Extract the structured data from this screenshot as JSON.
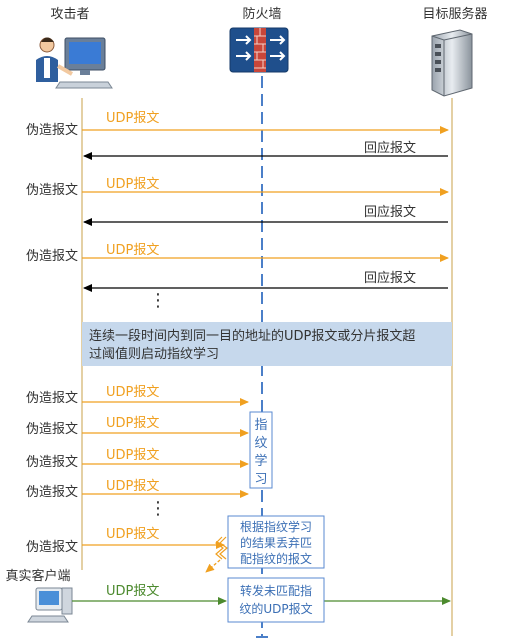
{
  "actors": {
    "attacker": "攻击者",
    "firewall": "防火墙",
    "server": "目标服务器",
    "real_client": "真实客户端"
  },
  "labels": {
    "forged": "伪造报文",
    "udp": "UDP报文",
    "reply": "回应报文",
    "dots": "⋮"
  },
  "banner": {
    "line1": "连续一段时间内到同一目的地址的UDP报文或分片报文超",
    "line2": "过阈值则启动指纹学习"
  },
  "learn_box": [
    "指",
    "纹",
    "学",
    "习"
  ],
  "drop_box": {
    "line1": "根据指纹学习",
    "line2": "的结果丢弃匹",
    "line3": "配指纹的报文"
  },
  "forward_box": {
    "line1": "转发未匹配指",
    "line2": "纹的UDP报文"
  },
  "colors": {
    "orange": "#f0a020",
    "green": "#4c8a2e",
    "blue_line": "#4b7fc8",
    "banner_bg": "#c6d8ec",
    "box_border": "#5a8ad0",
    "box_text": "#3b6fb5",
    "lifeline": "#c9a04a"
  }
}
